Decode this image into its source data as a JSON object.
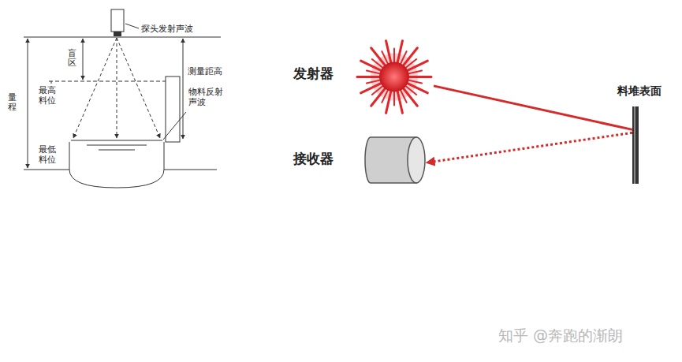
{
  "diagram": {
    "nodes": [
      {
        "text": [
          "发射器"
        ]
      },
      {
        "text": [
          "接收器"
        ]
      },
      {
        "text": [
          "料堆表面"
        ]
      }
    ],
    "edges": [
      {
        "from": 0,
        "to": 2,
        "arrow": "none"
      },
      {
        "from": 2,
        "to": 1,
        "arrow": "to"
      }
    ],
    "labels": [
      "探头发射声波",
      "盲区",
      "测量距高",
      "最高料位",
      "物料反射声波",
      "量程",
      "最低料位",
      "知乎 @奔跑的渐朗"
    ]
  }
}
